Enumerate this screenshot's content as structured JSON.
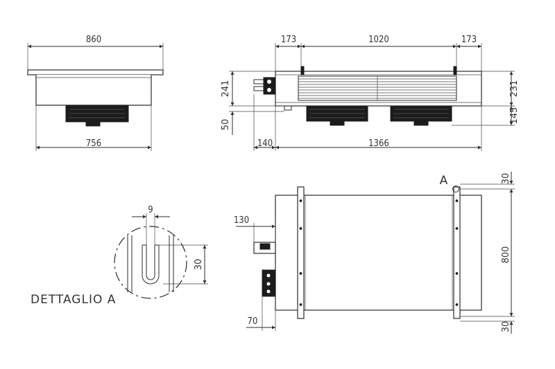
{
  "dimensions": {
    "front_top_width": "860",
    "front_bottom_width": "756",
    "side_left_offset": "173",
    "side_middle_length": "1020",
    "side_right_offset": "173",
    "side_total_length": "1366",
    "side_connection_offset": "140",
    "side_height_left": "241",
    "side_fan_height": "50",
    "side_height_right": "231",
    "side_fan_drop": "145",
    "plan_width": "800",
    "plan_top_bracket": "30",
    "plan_bottom_bracket": "30",
    "plan_pipe_offset": "130",
    "plan_connection_offset": "70",
    "detail_slot_width": "9",
    "detail_slot_depth": "30"
  },
  "labels": {
    "detail_marker": "A",
    "detail_title": "DETTAGLIO A"
  }
}
